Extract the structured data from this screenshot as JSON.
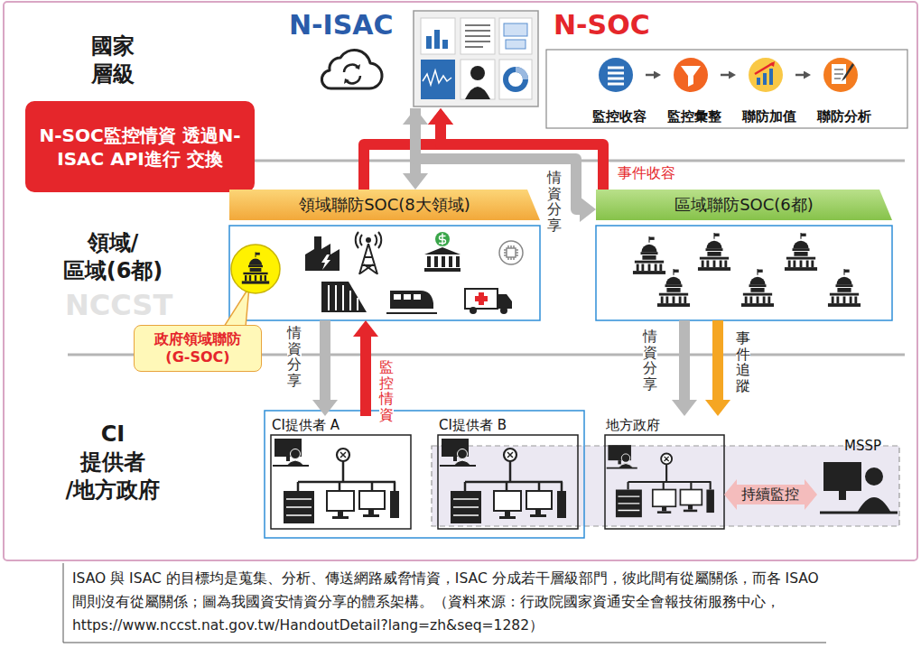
{
  "diagram": {
    "caption": "ISAO 與 ISAC 的目標均是蒐集、分析、傳送網路威脅情資，ISAC 分成若干層級部門，彼此間有從屬關係，而各 ISAO 間則沒有從屬關係；圖為我國資安情資分享的體系架構。（資料來源：行政院國家資通安全會報技術服務中心，https://www.nccst.nat.gov.tw/HandoutDetail?lang=zh&seq=1282）",
    "nodes": [
      {
        "text": [
          "N-ISAC"
        ]
      },
      {
        "text": [
          "N-SOC"
        ]
      },
      {
        "text": [
          "監控收容"
        ],
        "in": 1
      },
      {
        "text": [
          "監控彙整"
        ],
        "in": 1
      },
      {
        "text": [
          "聯防加值"
        ],
        "in": 1
      },
      {
        "text": [
          "聯防分析"
        ],
        "in": 1
      },
      {
        "text": [
          "N-SOC監控情資 透過N-ISAC API進行 交換"
        ]
      },
      {
        "text": [
          "領域聯防SOC(8大領域)"
        ]
      },
      {
        "text": [
          "政府領域聯防 (G-SOC)"
        ]
      },
      {
        "text": [
          "區域聯防SOC(6都)"
        ]
      },
      {
        "text": [
          "CI提供者 A"
        ]
      },
      {
        "text": [
          "CI提供者 B"
        ]
      },
      {
        "text": [
          "地方政府"
        ]
      },
      {
        "text": [
          "MSSP"
        ]
      }
    ],
    "edges": [
      {
        "from": 2,
        "to": 3,
        "arrow": "to"
      },
      {
        "from": 3,
        "to": 4,
        "arrow": "to"
      },
      {
        "from": 4,
        "to": 5,
        "arrow": "to"
      },
      {
        "from": 7,
        "to": 0,
        "arrow": "to"
      },
      {
        "from": 9,
        "to": 0,
        "label": "事件收容",
        "arrow": "to"
      },
      {
        "from": 0,
        "to": 7,
        "arrow": "both"
      },
      {
        "from": 0,
        "to": 9,
        "label": "情資分享",
        "arrow": "to"
      },
      {
        "from": 7,
        "to": 10,
        "label": "情資分享",
        "arrow": "to"
      },
      {
        "from": 10,
        "to": 7,
        "label": "監控情資",
        "arrow": "to"
      },
      {
        "from": 9,
        "to": 12,
        "label": "情資分享",
        "arrow": "to"
      },
      {
        "from": 9,
        "to": 12,
        "label": "事件追蹤",
        "arrow": "to"
      },
      {
        "from": 12,
        "to": 13,
        "label": "持續監控",
        "arrow": "both"
      }
    ],
    "labels": [
      "國家 層級",
      "領域/ 區域(6都)",
      "CI 提供者 /地方政府",
      "NCCST"
    ]
  }
}
